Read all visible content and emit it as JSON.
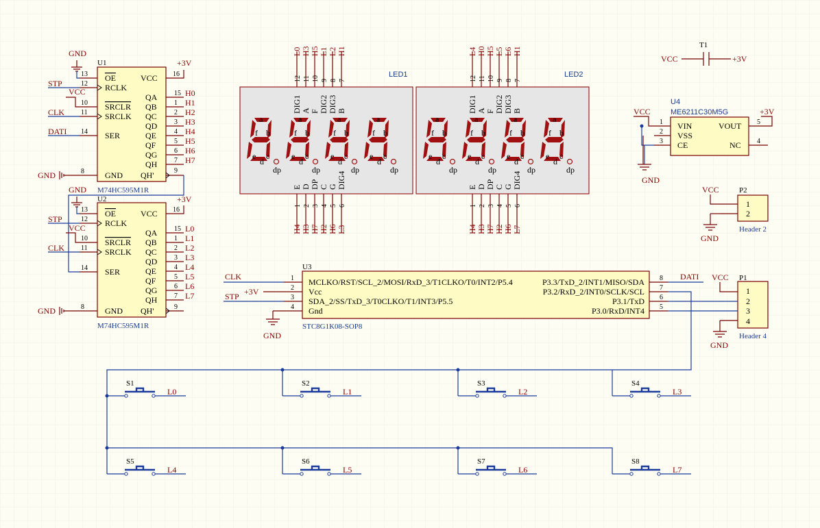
{
  "chips": {
    "u1": {
      "designator": "U1",
      "comment": "M74HC595M1R",
      "power_label": "VCC",
      "ground_label": "GND",
      "left_pins": [
        {
          "num": "13",
          "name": "OE"
        },
        {
          "num": "12",
          "name": "RCLK"
        },
        {
          "num": "10",
          "name": "SRCLR"
        },
        {
          "num": "11",
          "name": "SRCLK"
        },
        {
          "num": "14",
          "name": "SER"
        },
        {
          "num": "8",
          "name": "GND"
        }
      ],
      "vcc_pin": "16",
      "right_pins": [
        {
          "num": "15",
          "name": "QA",
          "net": "H0"
        },
        {
          "num": "1",
          "name": "QB",
          "net": "H1"
        },
        {
          "num": "2",
          "name": "QC",
          "net": "H2"
        },
        {
          "num": "3",
          "name": "QD",
          "net": "H3"
        },
        {
          "num": "4",
          "name": "QE",
          "net": "H4"
        },
        {
          "num": "5",
          "name": "QF",
          "net": "H5"
        },
        {
          "num": "6",
          "name": "QG",
          "net": "H6"
        },
        {
          "num": "7",
          "name": "QH",
          "net": "H7"
        },
        {
          "num": "9",
          "name": "QH'",
          "net": ""
        }
      ],
      "nets": {
        "gnd_top": "GND",
        "stp": "STP",
        "vcc": "VCC",
        "clk": "CLK",
        "ser": "DATI",
        "gnd": "GND",
        "pwr": "+3V"
      }
    },
    "u2": {
      "designator": "U2",
      "comment": "M74HC595M1R",
      "power_label": "VCC",
      "ground_label": "GND",
      "left_pins": [
        {
          "num": "13",
          "name": "OE"
        },
        {
          "num": "12",
          "name": "RCLK"
        },
        {
          "num": "10",
          "name": "SRCLR"
        },
        {
          "num": "11",
          "name": "SRCLK"
        },
        {
          "num": "14",
          "name": "SER"
        },
        {
          "num": "8",
          "name": "GND"
        }
      ],
      "vcc_pin": "16",
      "right_pins": [
        {
          "num": "15",
          "name": "QA",
          "net": "L0"
        },
        {
          "num": "1",
          "name": "QB",
          "net": "L1"
        },
        {
          "num": "2",
          "name": "QC",
          "net": "L2"
        },
        {
          "num": "3",
          "name": "QD",
          "net": "L3"
        },
        {
          "num": "4",
          "name": "QE",
          "net": "L4"
        },
        {
          "num": "5",
          "name": "QF",
          "net": "L5"
        },
        {
          "num": "6",
          "name": "QG",
          "net": "L6"
        },
        {
          "num": "7",
          "name": "QH",
          "net": "L7"
        },
        {
          "num": "9",
          "name": "QH'",
          "net": ""
        }
      ],
      "nets": {
        "gnd_top": "GND",
        "stp": "STP",
        "vcc": "VCC",
        "clk": "CLK",
        "gnd": "GND",
        "pwr": "+3V"
      }
    },
    "u3": {
      "designator": "U3",
      "comment": "STC8G1K08-SOP8",
      "left_pins": [
        {
          "num": "1",
          "name": "MCLKO/RST/SCL_2/MOSI/RxD_3/T1CLKO/T0/INT2/P5.4",
          "net": "CLK"
        },
        {
          "num": "2",
          "name": "Vcc",
          "net": "+3V"
        },
        {
          "num": "3",
          "name": "SDA_2/SS/TxD_3/T0CLKO/T1/INT3/P5.5",
          "net": "STP"
        },
        {
          "num": "4",
          "name": "Gnd",
          "net": ""
        }
      ],
      "right_pins": [
        {
          "num": "8",
          "name": "P3.3/TxD_2/INT1/MISO/SDA",
          "net": "DATI"
        },
        {
          "num": "7",
          "name": "P3.2/RxD_2/INT0/SCLK/SCL",
          "net": ""
        },
        {
          "num": "6",
          "name": "P3.1/TxD",
          "net": ""
        },
        {
          "num": "5",
          "name": "P3.0/RxD/INT4",
          "net": ""
        }
      ],
      "gnd": "GND"
    },
    "u4": {
      "designator": "U4",
      "comment": "ME6211C30M5G",
      "pins": [
        {
          "num": "1",
          "name": "VIN"
        },
        {
          "num": "2",
          "name": "VSS"
        },
        {
          "num": "3",
          "name": "CE"
        },
        {
          "num": "5",
          "name": "VOUT"
        },
        {
          "num": "4",
          "name": "NC"
        }
      ],
      "vcc": "VCC",
      "out": "+3V",
      "gnd": "GND"
    }
  },
  "leds": {
    "led1": {
      "designator": "LED1",
      "top_pins": [
        {
          "num": "12",
          "name": "DIG1",
          "net": "L0"
        },
        {
          "num": "11",
          "name": "A",
          "net": "H3"
        },
        {
          "num": "10",
          "name": "F",
          "net": "H5"
        },
        {
          "num": "9",
          "name": "DIG2",
          "net": "L1"
        },
        {
          "num": "8",
          "name": "DIG3",
          "net": "L2"
        },
        {
          "num": "7",
          "name": "B",
          "net": "H1"
        }
      ],
      "bottom_pins": [
        {
          "num": "1",
          "name": "E",
          "net": "H4"
        },
        {
          "num": "2",
          "name": "D",
          "net": "H3"
        },
        {
          "num": "3",
          "name": "DP",
          "net": "H7"
        },
        {
          "num": "4",
          "name": "C",
          "net": "H2"
        },
        {
          "num": "5",
          "name": "G",
          "net": "H6"
        },
        {
          "num": "6",
          "name": "DIG4",
          "net": "L3"
        }
      ]
    },
    "led2": {
      "designator": "LED2",
      "top_pins": [
        {
          "num": "12",
          "name": "DIG1",
          "net": "L4"
        },
        {
          "num": "11",
          "name": "A",
          "net": "H0"
        },
        {
          "num": "10",
          "name": "F",
          "net": "H5"
        },
        {
          "num": "9",
          "name": "DIG2",
          "net": "L5"
        },
        {
          "num": "8",
          "name": "DIG3",
          "net": "L6"
        },
        {
          "num": "7",
          "name": "B",
          "net": "H1"
        }
      ],
      "bottom_pins": [
        {
          "num": "1",
          "name": "E",
          "net": "H4"
        },
        {
          "num": "2",
          "name": "D",
          "net": "H3"
        },
        {
          "num": "3",
          "name": "DP",
          "net": "H7"
        },
        {
          "num": "4",
          "name": "C",
          "net": "H2"
        },
        {
          "num": "5",
          "name": "G",
          "net": "H6"
        },
        {
          "num": "6",
          "name": "DIG4",
          "net": "L7"
        }
      ]
    },
    "segment_letters": {
      "a": "a",
      "b": "b",
      "c": "c",
      "d": "d",
      "e": "e",
      "f": "f",
      "g": "g",
      "dp": "dp"
    }
  },
  "cap": {
    "designator": "T1",
    "left_net": "VCC",
    "right_net": "+3V"
  },
  "headers": {
    "p2": {
      "designator": "P2",
      "comment": "Header 2",
      "pins": [
        "1",
        "2"
      ],
      "vcc": "VCC",
      "gnd": "GND"
    },
    "p1": {
      "designator": "P1",
      "comment": "Header 4",
      "pins": [
        "1",
        "2",
        "3",
        "4"
      ],
      "vcc": "VCC",
      "gnd": "GND"
    }
  },
  "switches": [
    {
      "designator": "S1",
      "net": "L0"
    },
    {
      "designator": "S2",
      "net": "L1"
    },
    {
      "designator": "S3",
      "net": "L2"
    },
    {
      "designator": "S4",
      "net": "L3"
    },
    {
      "designator": "S5",
      "net": "L4"
    },
    {
      "designator": "S6",
      "net": "L5"
    },
    {
      "designator": "S7",
      "net": "L6"
    },
    {
      "designator": "S8",
      "net": "L7"
    }
  ]
}
